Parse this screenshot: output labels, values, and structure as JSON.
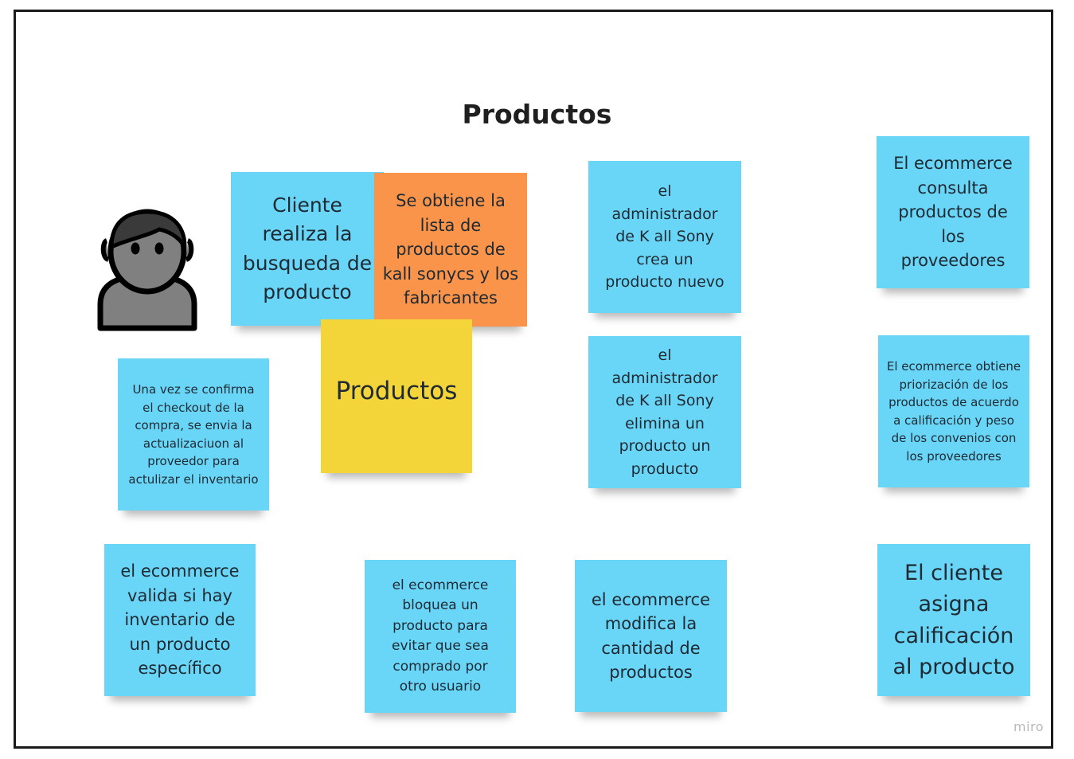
{
  "board": {
    "title": "Productos",
    "watermark": "miro"
  },
  "notes": {
    "cliente_busqueda": "Cliente realiza la busqueda de producto",
    "obtiene_lista": "Se obtiene la lista de productos de kall sonycs y los fabricantes",
    "productos_central": "Productos",
    "admin_crea": "el administrador de K all Sony crea un producto nuevo",
    "admin_elimina": "el administrador de K all Sony elimina un producto un producto",
    "consulta_proveedores": "El ecommerce consulta productos de los proveedores",
    "priorizacion": "El ecommerce obtiene priorización de los productos  de acuerdo a calificación y peso de los convenios con los proveedores",
    "checkout_inventario": "Una vez se confirma el checkout de la compra, se envia la actualizaciuon al proveedor para actulizar el inventario",
    "valida_inventario": "el ecommerce valida si hay inventario de un producto específico",
    "bloquea_producto": "el ecommerce bloquea un producto para evitar que sea comprado por otro usuario",
    "modifica_cantidad": "el ecommerce modifica la cantidad de productos",
    "cliente_califica": "El cliente asigna calificación al producto"
  },
  "colors": {
    "blue_note": "#69d5f7",
    "orange_note": "#f9944a",
    "yellow_note": "#f3d53a",
    "avatar_fill": "#808080",
    "avatar_outline": "#000000"
  },
  "icons": {
    "actor": "user-person-icon"
  }
}
